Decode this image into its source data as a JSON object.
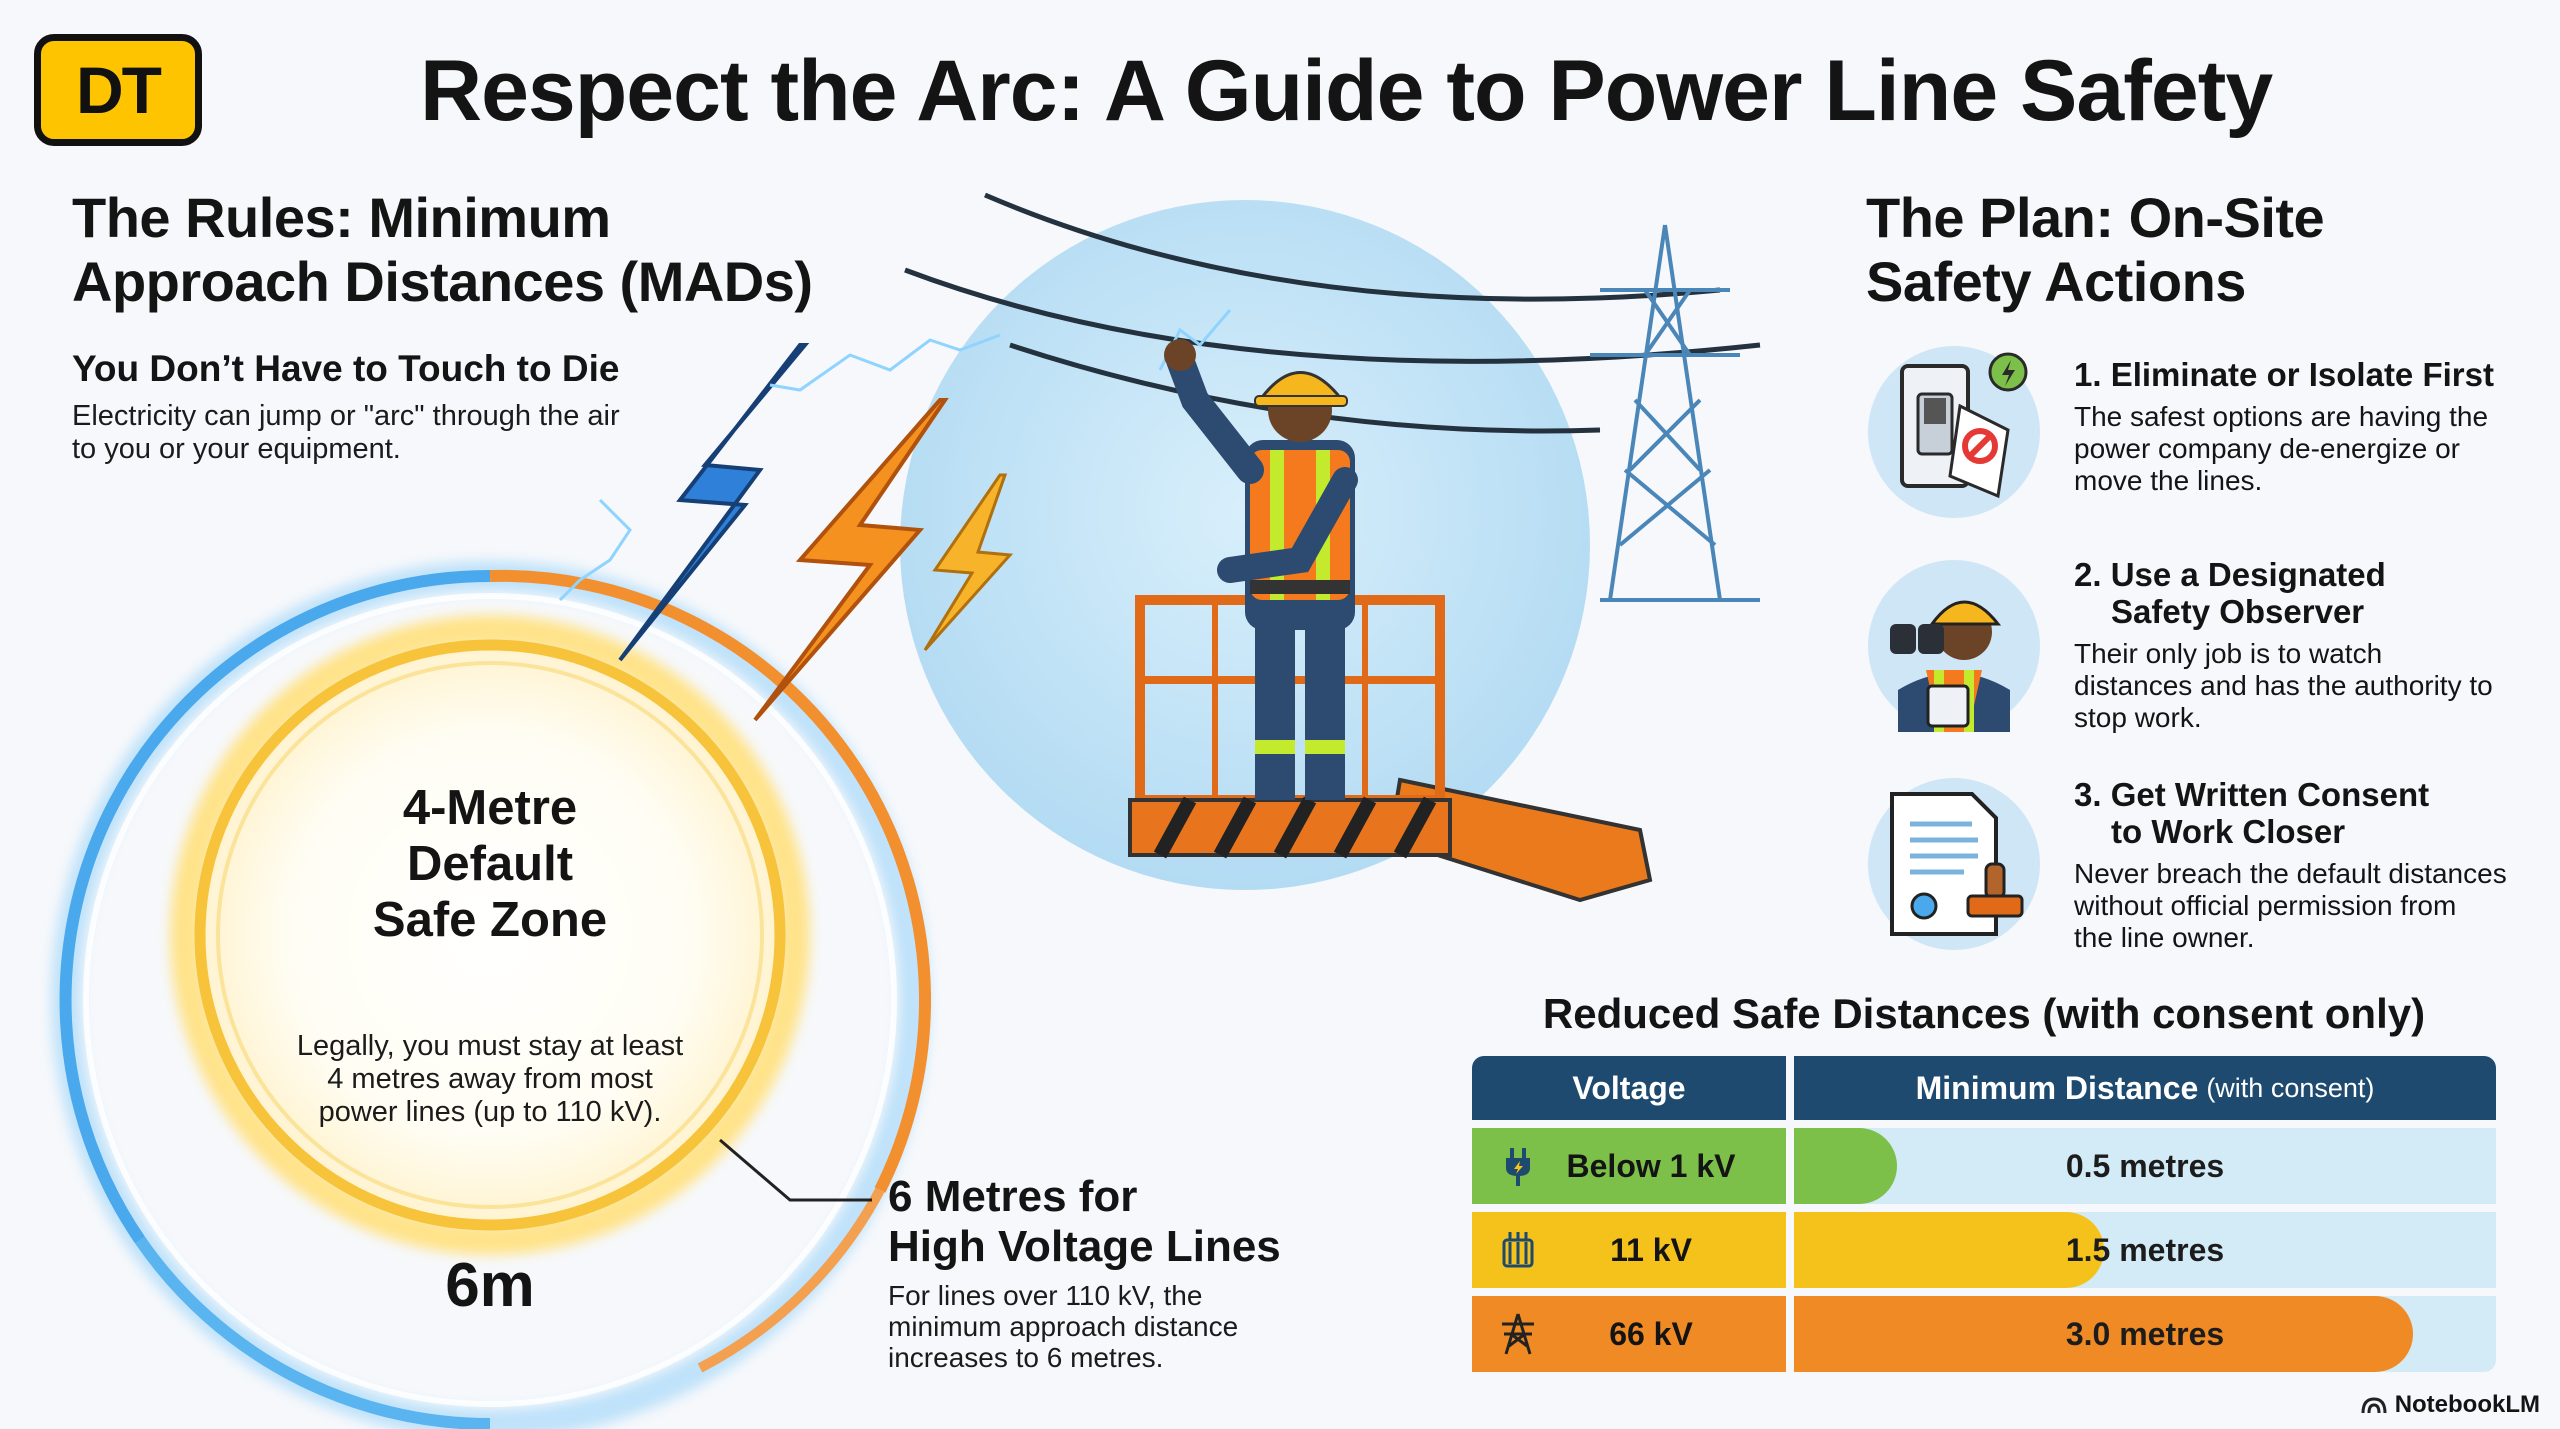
{
  "logo": "DT",
  "title": "Respect the Arc: A Guide to Power Line Safety",
  "rules": {
    "heading_line1": "The Rules: Minimum",
    "heading_line2": "Approach Distances (MADs)",
    "subheading": "You Don’t Have to Touch to Die",
    "body_line1": "Electricity can jump or \"arc\" through the air",
    "body_line2": "to you or your equipment."
  },
  "zone": {
    "label_line1": "4-Metre",
    "label_line2": "Default",
    "label_line3": "Safe Zone",
    "body_line1": "Legally, you must stay at least",
    "body_line2": "4 metres away from most",
    "body_line3": "power lines (up to 110 kV).",
    "outer_label": "6m"
  },
  "high_voltage": {
    "heading_line1": "6 Metres for",
    "heading_line2": "High Voltage Lines",
    "body_line1": "For lines over 110 kV, the",
    "body_line2": "minimum approach distance",
    "body_line3": "increases to 6 metres."
  },
  "plan": {
    "heading_line1": "The Plan: On-Site",
    "heading_line2": "Safety Actions",
    "actions": [
      {
        "icon": "switch-lockout-icon",
        "title_line1": "1. Eliminate or Isolate First",
        "title_line2": "",
        "body_line1": "The safest options are having the",
        "body_line2": "power company de-energize or",
        "body_line3": "move the lines."
      },
      {
        "icon": "observer-binoculars-icon",
        "title_line1": "2. Use a Designated",
        "title_line2": "Safety Observer",
        "body_line1": "Their only job is to watch",
        "body_line2": "distances and has the authority to",
        "body_line3": "stop work."
      },
      {
        "icon": "consent-document-icon",
        "title_line1": "3. Get Written Consent",
        "title_line2": "to Work Closer",
        "body_line1": "Never breach the default distances",
        "body_line2": "without official permission from",
        "body_line3": "the line owner."
      }
    ]
  },
  "table": {
    "title": "Reduced Safe Distances (with consent only)",
    "col_voltage": "Voltage",
    "col_distance": "Minimum Distance",
    "col_distance_note": "(with consent)",
    "rows": [
      {
        "voltage": "Below 1 kV",
        "distance": "0.5 metres",
        "distance_m": 0.5,
        "color": "#7cc04a",
        "icon": "plug-icon"
      },
      {
        "voltage": "11 kV",
        "distance": "1.5 metres",
        "distance_m": 1.5,
        "color": "#f5c21b",
        "icon": "transformer-icon"
      },
      {
        "voltage": "66 kV",
        "distance": "3.0 metres",
        "distance_m": 3.0,
        "color": "#f08a24",
        "icon": "pylon-icon"
      }
    ]
  },
  "footer": "NotebookLM",
  "colors": {
    "blue_ring": "#4aa8ec",
    "orange_ring": "#f29030",
    "yellow_ring": "#f6c33a",
    "sky": "#bfe2f6",
    "header_navy": "#1d4a6e"
  }
}
